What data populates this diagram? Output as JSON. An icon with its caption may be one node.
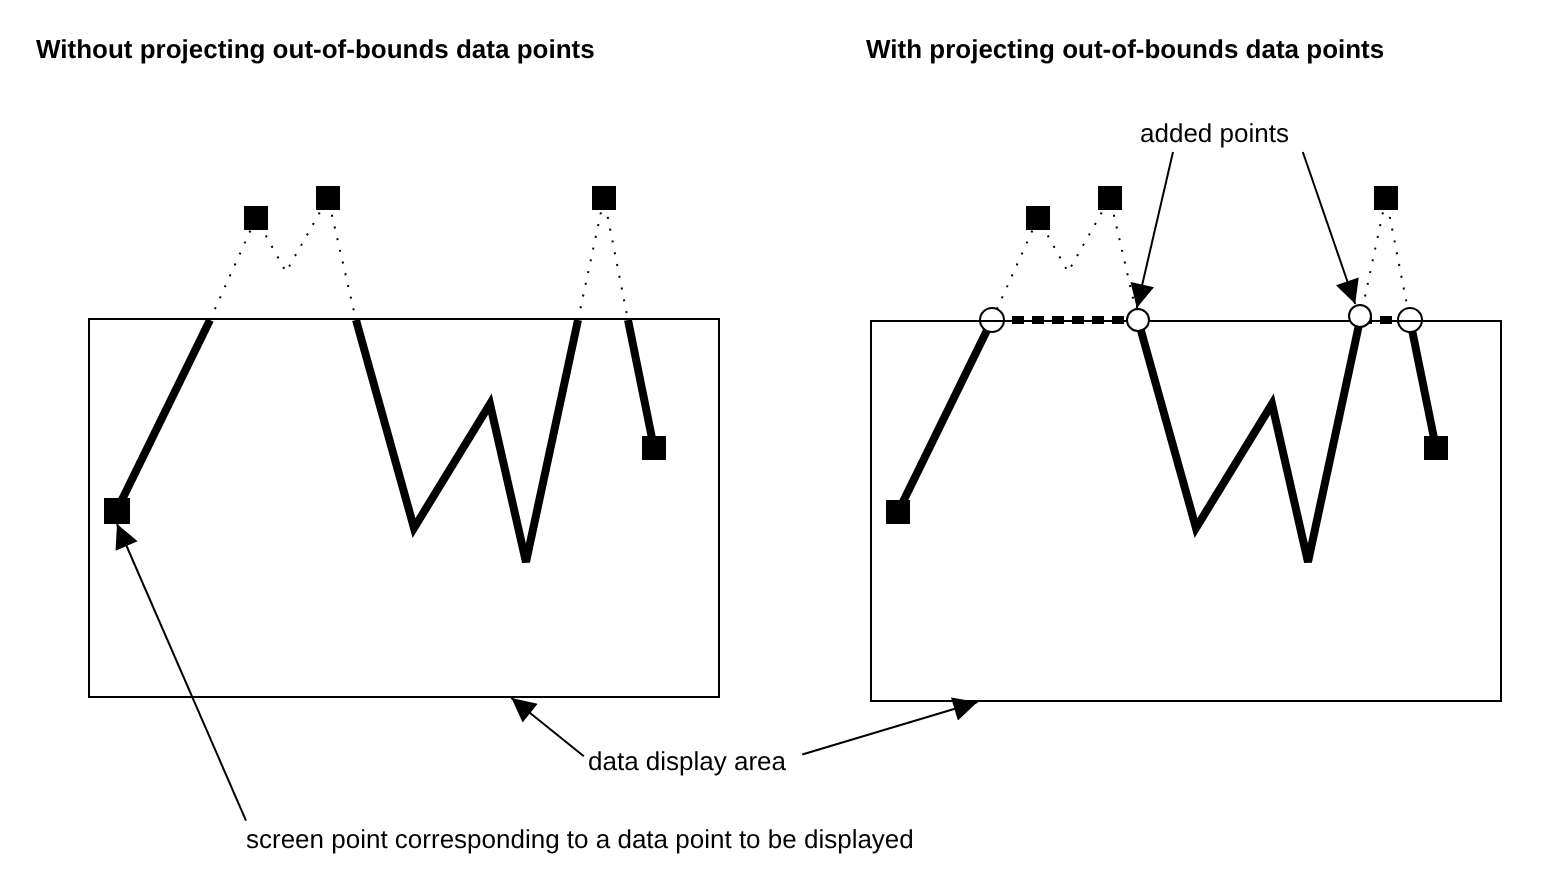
{
  "diagram": {
    "nodes": [
      {
        "text": [],
        "shape": "box"
      },
      {
        "text": [],
        "shape": "box"
      },
      {
        "text": [],
        "shape": "box",
        "in": 0
      },
      {
        "text": [],
        "shape": "circle"
      },
      {
        "text": [],
        "shape": "circle"
      },
      {
        "text": [
          "added points"
        ]
      },
      {
        "text": [
          "data display area"
        ]
      },
      {
        "text": [
          "screen point corresponding to a data point to be displayed"
        ]
      }
    ],
    "edges": [
      {
        "from": 5,
        "to": 3,
        "arrow": "to"
      },
      {
        "from": 5,
        "to": 4,
        "arrow": "to"
      },
      {
        "from": 6,
        "to": 0,
        "arrow": "to"
      },
      {
        "from": 6,
        "to": 1,
        "arrow": "to"
      },
      {
        "from": 7,
        "to": 2,
        "arrow": "to"
      }
    ],
    "labels": [
      "Without projecting out-of-bounds data points",
      "With projecting out-of-bounds data points"
    ]
  }
}
